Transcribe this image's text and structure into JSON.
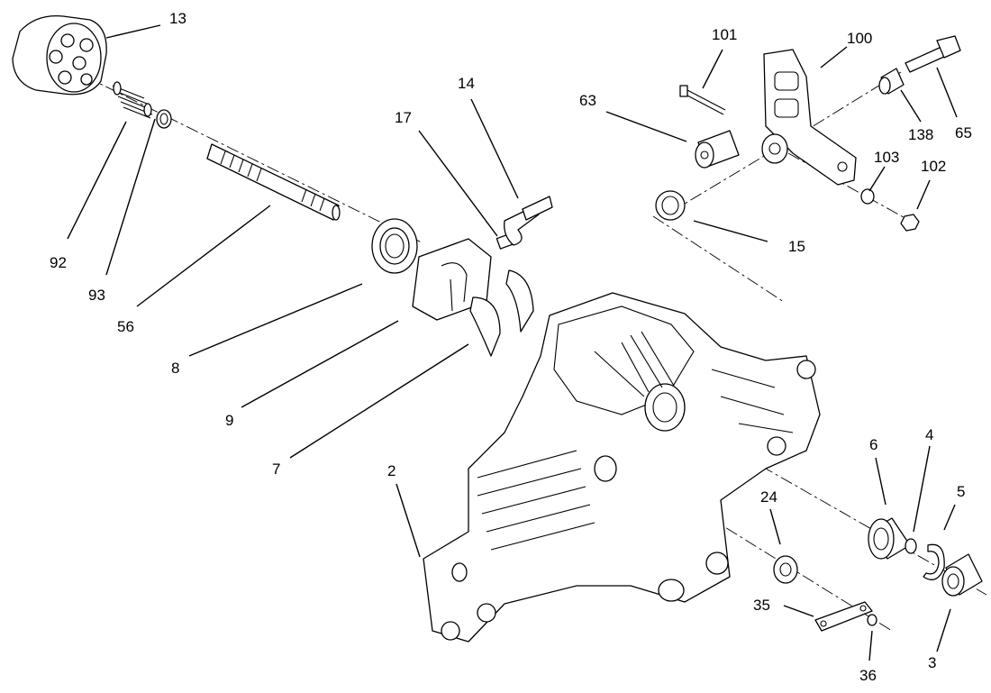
{
  "diagram": {
    "callouts": [
      {
        "id": "c13",
        "label": "13"
      },
      {
        "id": "c92",
        "label": "92"
      },
      {
        "id": "c93",
        "label": "93"
      },
      {
        "id": "c56",
        "label": "56"
      },
      {
        "id": "c8",
        "label": "8"
      },
      {
        "id": "c9",
        "label": "9"
      },
      {
        "id": "c7",
        "label": "7"
      },
      {
        "id": "c17",
        "label": "17"
      },
      {
        "id": "c14",
        "label": "14"
      },
      {
        "id": "c63",
        "label": "63"
      },
      {
        "id": "c101",
        "label": "101"
      },
      {
        "id": "c100",
        "label": "100"
      },
      {
        "id": "c138",
        "label": "138"
      },
      {
        "id": "c65",
        "label": "65"
      },
      {
        "id": "c103",
        "label": "103"
      },
      {
        "id": "c102",
        "label": "102"
      },
      {
        "id": "c15",
        "label": "15"
      },
      {
        "id": "c2",
        "label": "2"
      },
      {
        "id": "c6",
        "label": "6"
      },
      {
        "id": "c4",
        "label": "4"
      },
      {
        "id": "c5",
        "label": "5"
      },
      {
        "id": "c24",
        "label": "24"
      },
      {
        "id": "c35",
        "label": "35"
      },
      {
        "id": "c36",
        "label": "36"
      },
      {
        "id": "c3",
        "label": "3"
      }
    ]
  }
}
